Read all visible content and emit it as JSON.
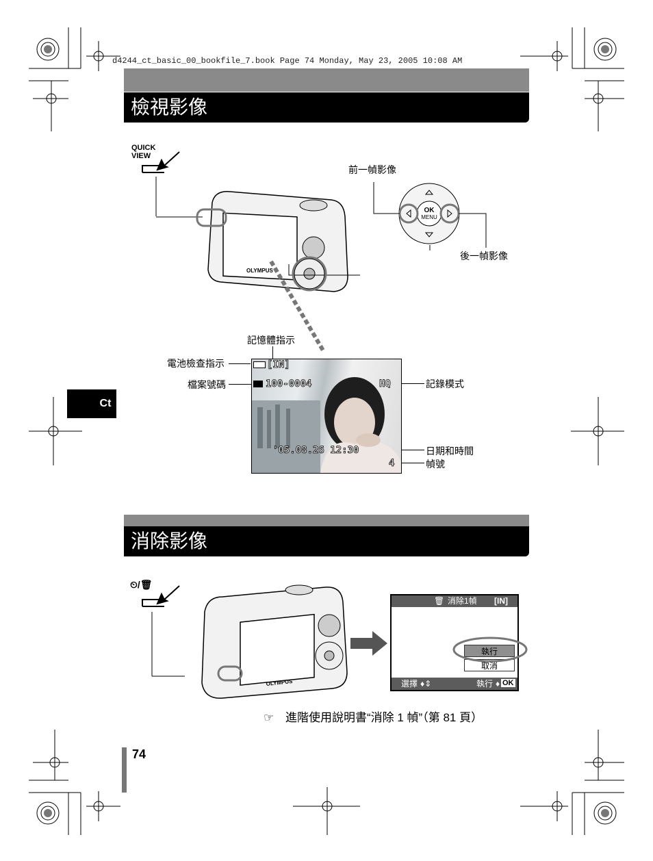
{
  "header": {
    "file_line": "d4244_ct_basic_00_bookfile_7.book  Page 74  Monday, May 23, 2005  10:08 AM"
  },
  "section1": {
    "title": "檢視影像",
    "button_label": "QUICK\nVIEW",
    "prev_frame": "前一幀影像",
    "next_frame": "後一幀影像",
    "ok_label": "OK",
    "menu_label": "MENU",
    "memory_indicator": "記憶體指示",
    "battery_check": "電池檢查指示",
    "file_number": "檔案號碼",
    "record_mode": "記錄模式",
    "date_time": "日期和時間",
    "frame_number": "幀號",
    "camera_brand": "OLYMPUS",
    "lcd": {
      "memory": "[IN]",
      "file_no": "100-0004",
      "quality": "HQ",
      "datetime": "'05.08.26  12:30",
      "frame": "4"
    }
  },
  "side_tab": "Ct",
  "section2": {
    "title": "消除影像",
    "camera_brand": "OLYMPUS",
    "menu": {
      "title": "消除1幀",
      "memory": "[IN]",
      "execute": "執行",
      "cancel": "取消",
      "footer_left": "選擇",
      "footer_right": "執行",
      "footer_ok": "OK"
    },
    "reference": "進階使用說明書“消除 1 幀”（第 81 頁）"
  },
  "page_number": "74",
  "colors": {
    "band": "#000000",
    "band_top": "#8a8a8a",
    "menu_bar": "#5c5c5c"
  }
}
